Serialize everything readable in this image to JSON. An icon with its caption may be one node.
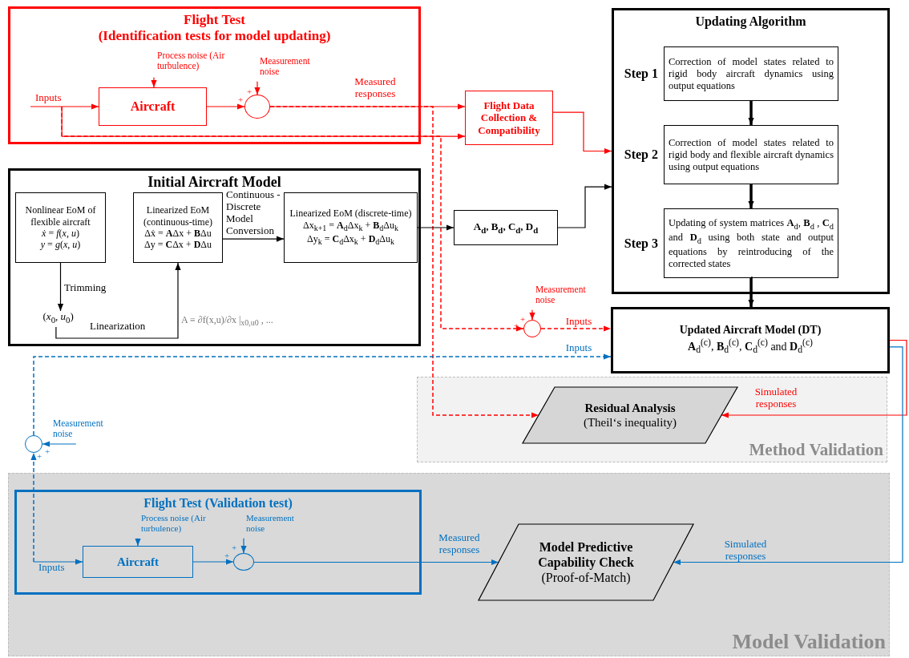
{
  "diagram": {
    "nodes": [
      {
        "text": [
          "Flight Test",
          "(Identification tests for model updating)"
        ]
      },
      {
        "text": [
          "Aircraft"
        ],
        "in": 0
      },
      {
        "text": [],
        "shape": "circle",
        "in": 0,
        "beside": [
          "+",
          "+"
        ]
      },
      {
        "text": [
          "Process noise (Air turbulence)"
        ],
        "in": 0
      },
      {
        "text": [
          "Measurement noise"
        ],
        "in": 0
      },
      {
        "text": [
          "Inputs"
        ],
        "in": 0
      },
      {
        "text": [
          "Flight Data Collection & Compatibility"
        ]
      },
      {
        "text": [
          "Updating Algorithm"
        ]
      },
      {
        "text": [
          "Correction of model states related to rigid body aircraft dynamics using output equations"
        ],
        "in": 7,
        "beside": [
          "Step 1"
        ]
      },
      {
        "text": [
          "Correction of model states related to rigid body and flexible aircraft dynamics using output equations"
        ],
        "in": 7,
        "beside": [
          "Step 2"
        ]
      },
      {
        "text": [
          "Updating of system matrices **A**$_{d}$, **B**$_{d}$ , **C**$_{d}$ and **D**$_{d}$ using both state and output equations by reintroducing of the corrected states"
        ],
        "in": 7,
        "beside": [
          "Step 3"
        ]
      },
      {
        "text": [
          "Initial Aircraft Model"
        ]
      },
      {
        "text": [
          "Nonlinear EoM of flexible aircraft",
          "*ẋ* = *f*(*x*, *u*)",
          "*y* = *g*(*x*, *u*)"
        ],
        "in": 11
      },
      {
        "text": [
          "Linearized EoM (continuous-time)",
          "Δẋ = **A**Δx + **B**Δu",
          "Δy = **C**Δx + **D**Δu"
        ],
        "in": 11
      },
      {
        "text": [
          "Linearized EoM (discrete-time)",
          "Δx$_{k+1}$ = **A**$_{d}$Δx$_{k}$ + **B**$_{d}$Δu$_{k}$",
          "Δy$_{k}$ = **C**$_{d}$Δx$_{k}$ + **D**$_{d}$Δu$_{k}$"
        ],
        "in": 11
      },
      {
        "text": [
          "(*x*$_{0}$, *u*$_{0}$)"
        ],
        "in": 11
      },
      {
        "text": [
          "**A**$_{d}$, **B**$_{d}$, **C**$_{d}$, **D**$_{d}$"
        ]
      },
      {
        "text": [],
        "shape": "circle",
        "beside": [
          "+",
          "+"
        ]
      },
      {
        "text": [
          "Measurement noise"
        ]
      },
      {
        "text": [
          "Updated Aircraft Model (DT)",
          "**A**$_{d}$$^{(c)}$, **B**$_{d}$$^{(c)}$, **C**$_{d}$$^{(c)}$ and **D**$_{d}$$^{(c)}$"
        ]
      },
      {
        "text": [
          "Method Validation"
        ]
      },
      {
        "text": [
          "Residual Analysis",
          "(Theil‘s inequality)"
        ],
        "in": 20
      },
      {
        "text": [],
        "shape": "circle",
        "beside": [
          "+",
          "+"
        ]
      },
      {
        "text": [
          "Measurement noise"
        ]
      },
      {
        "text": [
          "Model Validation"
        ]
      },
      {
        "text": [
          "Flight Test (Validation test)"
        ],
        "in": 24
      },
      {
        "text": [
          "Aircraft"
        ],
        "in": 25
      },
      {
        "text": [],
        "shape": "circle",
        "in": 25,
        "beside": [
          "+",
          "+"
        ]
      },
      {
        "text": [
          "Process noise (Air turbulence)"
        ],
        "in": 25
      },
      {
        "text": [
          "Measurement noise"
        ],
        "in": 25
      },
      {
        "text": [
          "Inputs"
        ],
        "in": 25
      },
      {
        "text": [
          "Model Predictive Capability Check",
          "(Proof-of-Match)"
        ],
        "in": 24
      }
    ],
    "edges": [
      {
        "from": 5,
        "to": 1,
        "arrow": "to"
      },
      {
        "from": 5,
        "to": 6,
        "arrow": "to"
      },
      {
        "from": 3,
        "to": 1,
        "arrow": "to"
      },
      {
        "from": 1,
        "to": 2,
        "arrow": "to"
      },
      {
        "from": 4,
        "to": 2,
        "arrow": "to"
      },
      {
        "from": 2,
        "to": 6,
        "arrow": "to",
        "label": "Measured responses"
      },
      {
        "from": 6,
        "to": 7,
        "arrow": "to"
      },
      {
        "from": 2,
        "to": 21,
        "arrow": "to",
        "style": "dashed"
      },
      {
        "from": 5,
        "to": 17,
        "arrow": "to",
        "style": "dashed"
      },
      {
        "from": 18,
        "to": 17,
        "arrow": "to"
      },
      {
        "from": 17,
        "to": 19,
        "arrow": "to",
        "style": "dashed",
        "label": "Inputs"
      },
      {
        "from": 22,
        "to": 19,
        "arrow": "to",
        "style": "dashed",
        "color": "#0070c0",
        "label": "Inputs"
      },
      {
        "from": 23,
        "to": 22,
        "arrow": "to",
        "color": "#0070c0"
      },
      {
        "from": 30,
        "to": 22,
        "arrow": "to",
        "style": "dashed",
        "color": "#0070c0"
      },
      {
        "from": 30,
        "to": 26,
        "arrow": "to",
        "color": "#0070c0"
      },
      {
        "from": 28,
        "to": 26,
        "arrow": "to",
        "color": "#0070c0"
      },
      {
        "from": 26,
        "to": 27,
        "arrow": "to",
        "color": "#0070c0"
      },
      {
        "from": 29,
        "to": 27,
        "arrow": "to",
        "color": "#0070c0"
      },
      {
        "from": 27,
        "to": 31,
        "arrow": "to",
        "color": "#0070c0",
        "label": "Measured responses"
      },
      {
        "from": 19,
        "to": 21,
        "arrow": "to",
        "label": "Simulated responses"
      },
      {
        "from": 19,
        "to": 31,
        "arrow": "to",
        "color": "#0070c0",
        "label": "Simulated responses"
      },
      {
        "from": 8,
        "to": 9,
        "arrow": "to",
        "style": "thick",
        "color": "#000000"
      },
      {
        "from": 9,
        "to": 10,
        "arrow": "to",
        "style": "thick",
        "color": "#000000"
      },
      {
        "from": 10,
        "to": 19,
        "arrow": "to",
        "style": "thick",
        "color": "#000000"
      },
      {
        "from": 12,
        "to": 15,
        "arrow": "to",
        "color": "#000000",
        "label": "Trimming"
      },
      {
        "from": 15,
        "to": 13,
        "arrow": "to",
        "color": "#000000",
        "label": "Linearization"
      },
      {
        "from": 13,
        "to": 14,
        "arrow": "to",
        "color": "#000000",
        "label": "Continuous -Discrete Model Conversion"
      },
      {
        "from": 14,
        "to": 16,
        "arrow": "to",
        "color": "#000000"
      },
      {
        "from": 16,
        "to": 7,
        "arrow": "to",
        "color": "#000000"
      }
    ],
    "labels": [
      "A ≡ ∂f(x,u)/∂x |$_{x0,u0}$ , ..."
    ]
  }
}
